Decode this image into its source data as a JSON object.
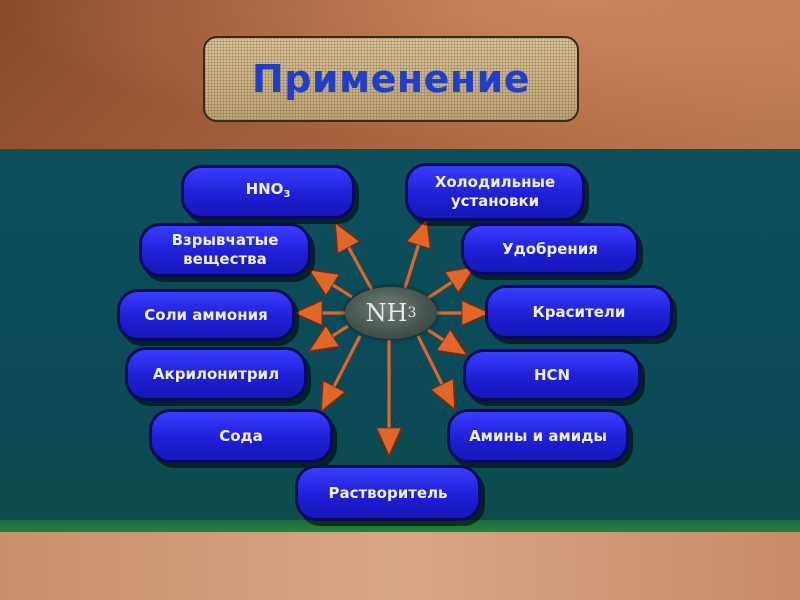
{
  "title": "Применение",
  "center": {
    "formula_main": "NH",
    "formula_sub": "3"
  },
  "items": {
    "hno3": {
      "main": "HNO",
      "sub": "3"
    },
    "refrigeration": "Холодильные\nустановки",
    "explosives": "Взрывчатые\nвещества",
    "fertilizers": "Удобрения",
    "ammonium_salts": "Соли аммония",
    "dyes": "Красители",
    "acrylonitrile": "Акрилонитрил",
    "hcn": "HCN",
    "soda": "Сода",
    "amines": "Амины и амиды",
    "solvent": "Растворитель"
  },
  "colors": {
    "pill": "#2323e0",
    "title": "#1f3ec9",
    "arrow": "#e0662a",
    "panel": "#0e4f5e"
  }
}
